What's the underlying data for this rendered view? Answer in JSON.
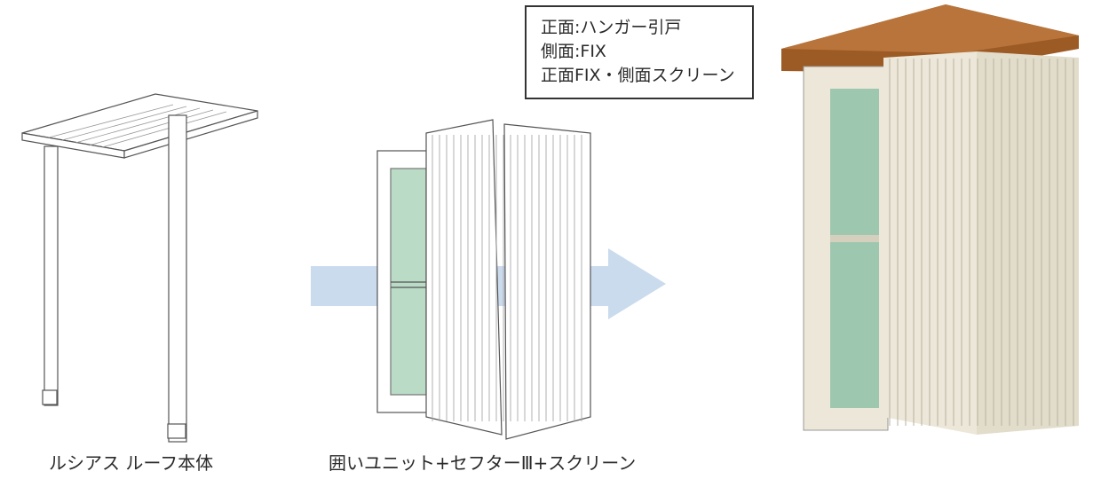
{
  "spec_box": {
    "lines": [
      "正面:ハンガー引戸",
      "側面:FIX",
      "正面FIX・側面スクリーン"
    ]
  },
  "captions": {
    "roof": "ルシアス ルーフ本体",
    "unit": "囲いユニット+セフターⅢ+スクリーン"
  },
  "colors": {
    "arrow": "#b9cfe8",
    "glass": "#a9d3b8",
    "roof_wood": "#9c5a24",
    "panel": "#ece7d8"
  }
}
